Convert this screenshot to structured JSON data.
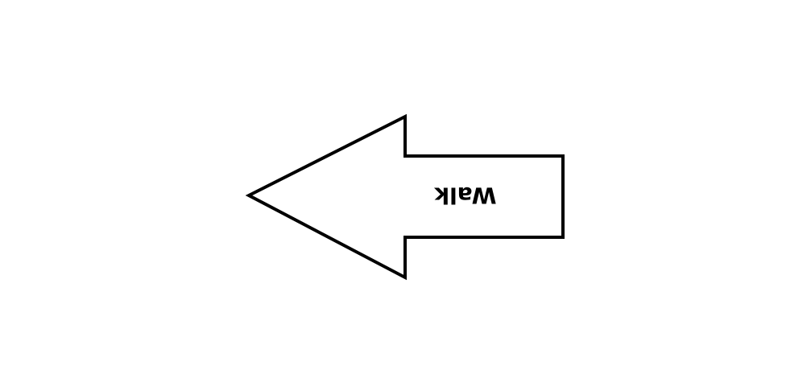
{
  "diagram": {
    "arrow": {
      "direction": "left",
      "label": "Walk",
      "label_orientation": "upside-down",
      "fill_color": "#ffffff",
      "stroke_color": "#000000"
    }
  }
}
